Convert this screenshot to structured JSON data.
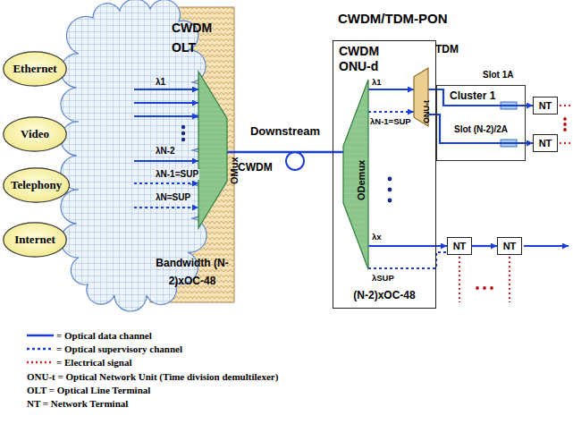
{
  "diagram": {
    "title": "CWDM/TDM-PON",
    "nodes": [
      {
        "text": [
          "Ethernet"
        ]
      },
      {
        "text": [
          "Video"
        ]
      },
      {
        "text": [
          "Telephony"
        ]
      },
      {
        "text": [
          "Internet"
        ]
      },
      {
        "text": [
          "CWDM OLT",
          "Bandwidth (N-2)xOC-48"
        ]
      },
      {
        "text": [
          "OMux"
        ],
        "in": 4
      },
      {
        "text": [
          "CWDM ONU-d",
          "(N-2)xOC-48"
        ]
      },
      {
        "text": [
          "ODemux"
        ],
        "in": 6
      },
      {
        "text": [
          "ONU-t"
        ],
        "in": 6
      },
      {
        "text": [
          "Cluster 1"
        ]
      },
      {
        "text": [
          "NT"
        ]
      },
      {
        "text": [
          "NT"
        ]
      },
      {
        "text": [
          "NT"
        ]
      },
      {
        "text": [
          "NT"
        ]
      }
    ],
    "edges": [
      {
        "from": 5,
        "to": 7,
        "arrow": "none",
        "label": "Downstream"
      },
      {
        "from": 7,
        "to": 8,
        "arrow": "to"
      },
      {
        "from": 7,
        "to": 8,
        "arrow": "to"
      },
      {
        "from": 8,
        "to": 10,
        "arrow": "to"
      },
      {
        "from": 8,
        "to": 11,
        "arrow": "to"
      },
      {
        "from": 7,
        "to": 12,
        "arrow": "to"
      },
      {
        "from": 7,
        "to": 12,
        "arrow": "none"
      },
      {
        "from": 12,
        "to": 13,
        "arrow": "to"
      }
    ],
    "labels": [
      "λ1",
      "λN-2",
      "λN-1=SUP",
      "λN=SUP",
      "CWDM",
      "TDM",
      "λ1",
      "λN-1=SUP",
      "λx",
      "λSUP",
      "Slot 1A",
      "Slot (N-2)/2A",
      "ONU-t = Optical Network Unit (Time division demultilexer)",
      "OLT = Optical Line Terminal",
      "NT = Network Terminal"
    ],
    "legend": [
      {
        "text": "= Optical data channel"
      },
      {
        "text": "= Optical supervisory channel"
      },
      {
        "text": "= Electrical signal"
      }
    ]
  }
}
